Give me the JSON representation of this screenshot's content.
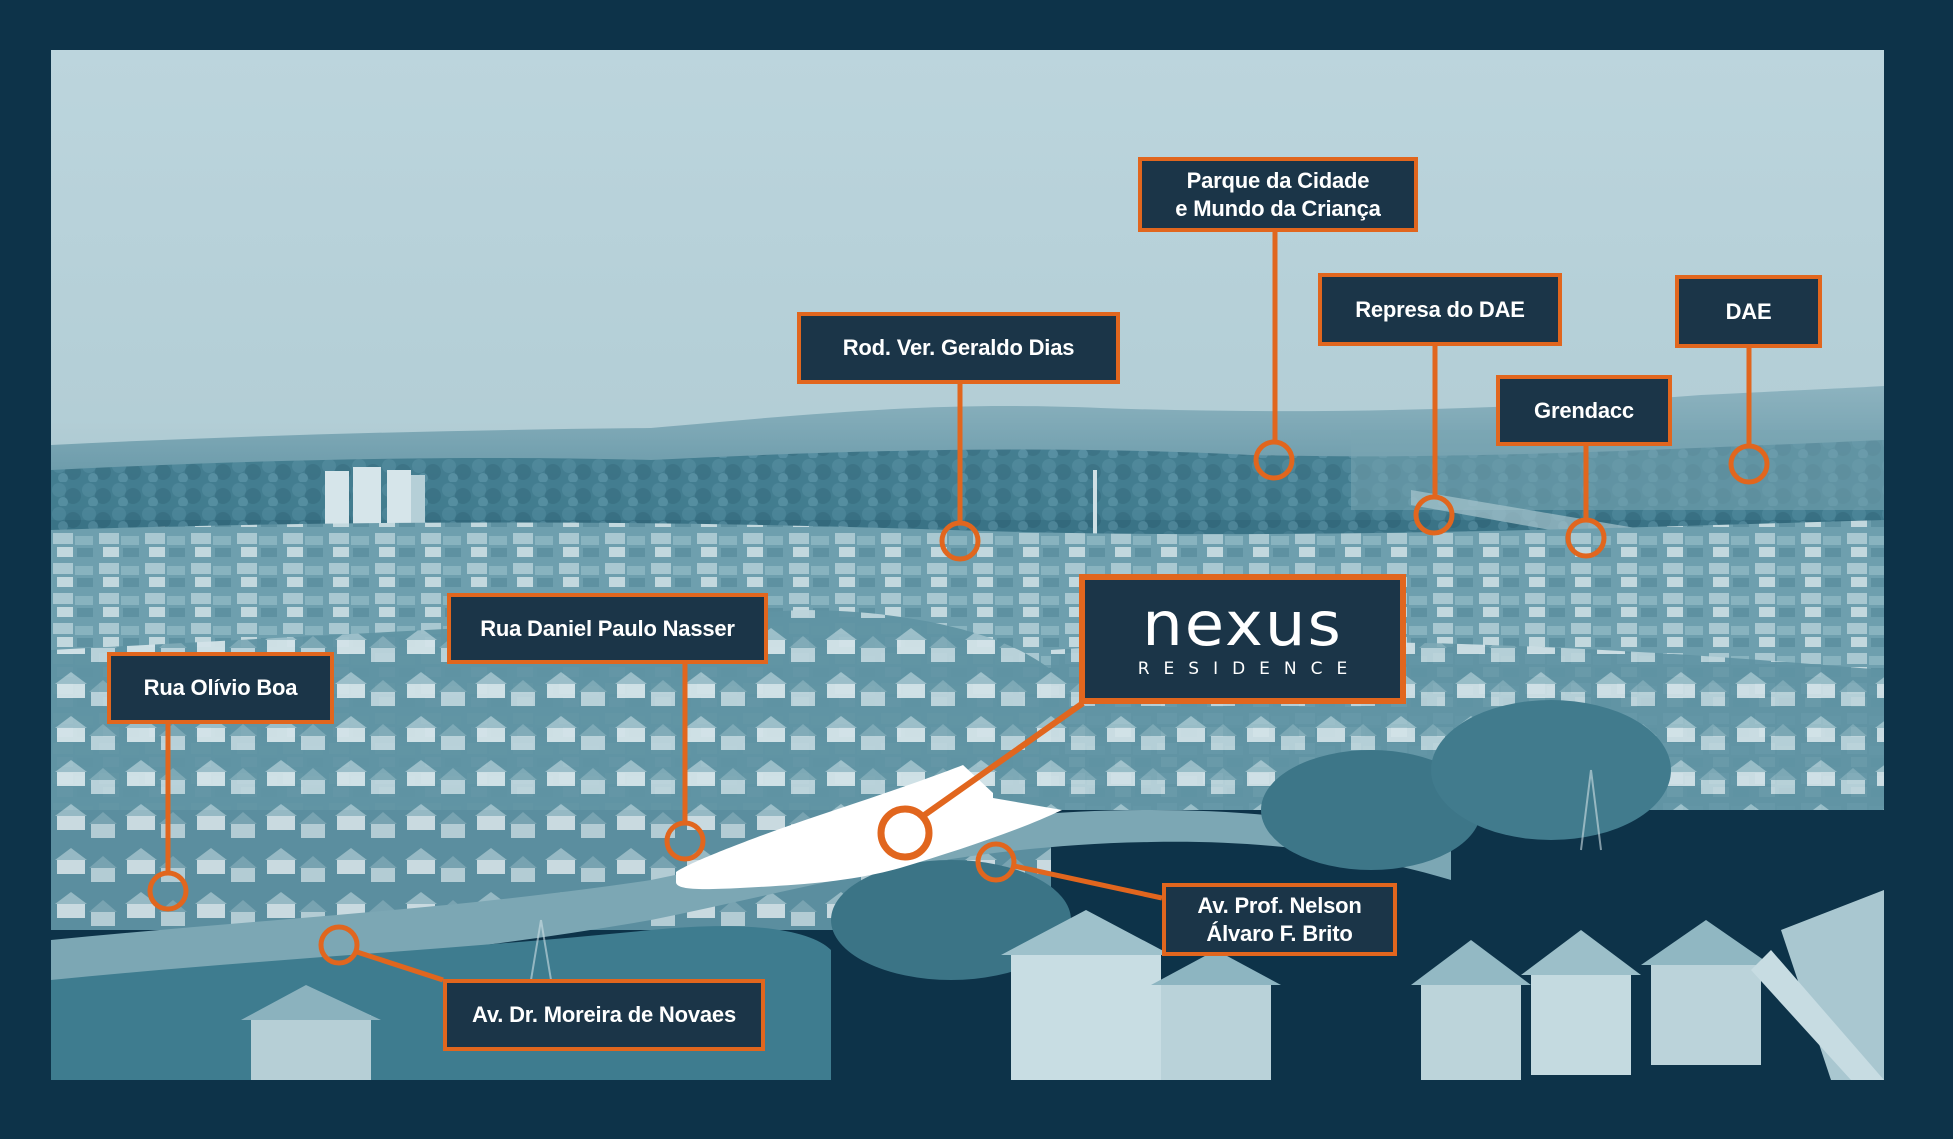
{
  "colors": {
    "frame": "#0D3349",
    "label_fill": "#1B3548",
    "accent_orange": "#E1661E",
    "label_text": "#FFFFFF",
    "photo_tint": "#4F8A9C",
    "plot_highlight": "#FFFFFF"
  },
  "logo": {
    "name": "nexus",
    "subtitle": "RESIDENCE"
  },
  "points_of_interest": [
    {
      "id": "parque",
      "lines": [
        "Parque da Cidade",
        "e Mundo da Criança"
      ]
    },
    {
      "id": "represa",
      "lines": [
        "Represa do DAE"
      ]
    },
    {
      "id": "dae",
      "lines": [
        "DAE"
      ]
    },
    {
      "id": "grendacc",
      "lines": [
        "Grendacc"
      ]
    },
    {
      "id": "rodovia",
      "lines": [
        "Rod. Ver. Geraldo Dias"
      ]
    },
    {
      "id": "daniel",
      "lines": [
        "Rua Daniel Paulo Nasser"
      ]
    },
    {
      "id": "olivio",
      "lines": [
        "Rua Olívio Boa"
      ]
    },
    {
      "id": "moreira",
      "lines": [
        "Av. Dr. Moreira de Novaes"
      ]
    },
    {
      "id": "nelson",
      "lines": [
        "Av. Prof. Nelson",
        "Álvaro F. Brito"
      ]
    }
  ],
  "markers": {
    "site_marker_icon": "location-ring-icon",
    "plot_shape_icon": "site-plot-shape"
  }
}
